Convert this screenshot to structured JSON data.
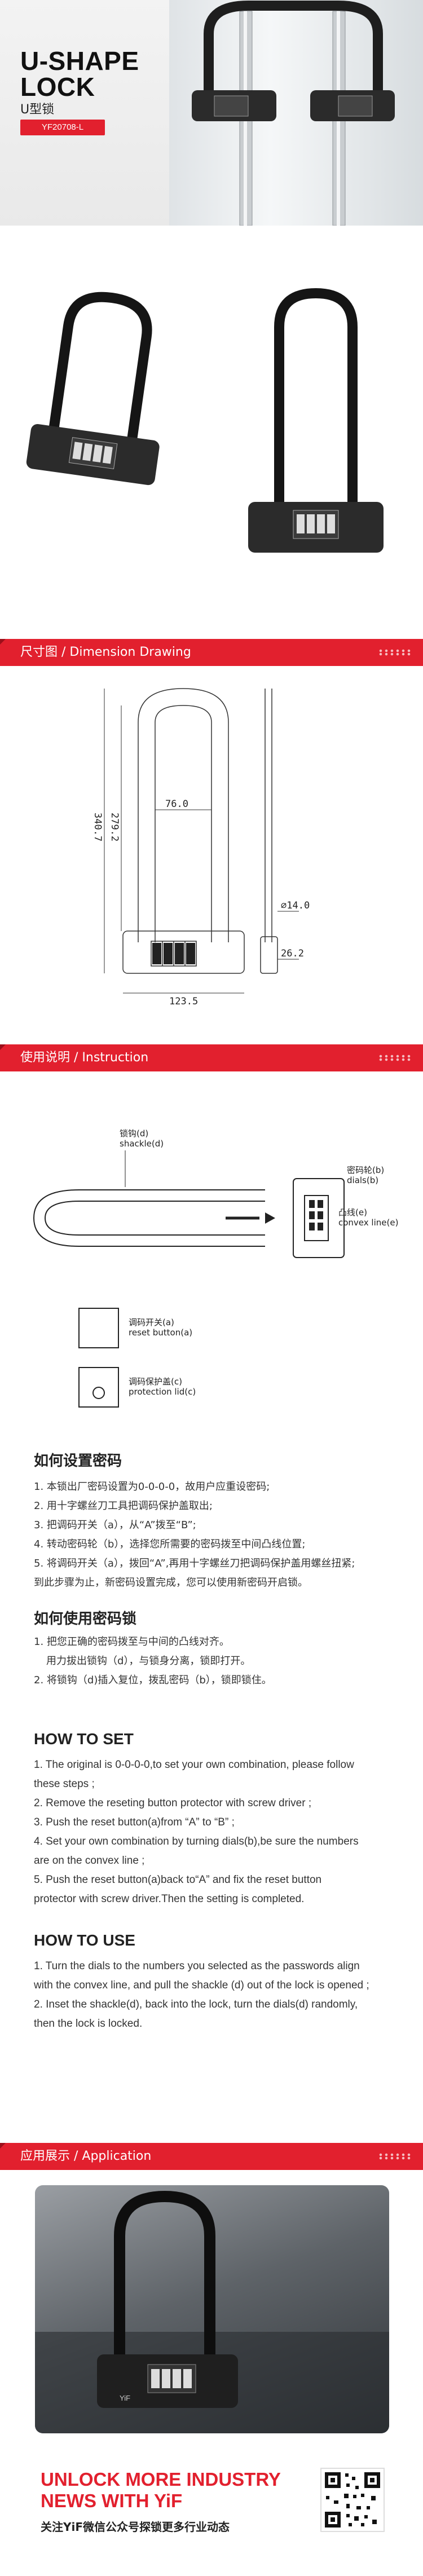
{
  "hero": {
    "title": "U-SHAPE\nLOCK",
    "subtitle": "U型锁",
    "model": "YF20708-L",
    "brand_mark": "YiF"
  },
  "sections": {
    "dimension": "尺寸图 / Dimension Drawing",
    "instruction": "使用说明 / Instruction",
    "application": "应用展示 / Application"
  },
  "dimension": {
    "width_inner": "76.0",
    "height_inner": "279.2",
    "height_total": "340.7",
    "shackle_dia": "⌀14.0",
    "body_depth": "26.2",
    "body_width": "123.5"
  },
  "diagram": {
    "shackle": "锁钩(d)\nshackle(d)",
    "dials": "密码轮(b)\ndials(b)",
    "convex": "凸线(e)\nconvex line(e)",
    "reset": "调码开关(a)\nreset button(a)",
    "protector": "调码保护盖(c)\nprotection lid(c)"
  },
  "zh_set": {
    "title": "如何设置密码",
    "lines": [
      "1. 本锁出厂密码设置为0-0-0-0，故用户应重设密码;",
      "2. 用十字螺丝刀工具把调码保护盖取出;",
      "3. 把调码开关（a），从“A”拨至“B”;",
      "4. 转动密码轮（b），选择您所需要的密码拨至中间凸线位置;",
      "5. 将调码开关（a），拨回“A”,再用十字螺丝刀把调码保护盖用螺丝扭紧;",
      "到此步骤为止，新密码设置完成，您可以使用新密码开启锁。"
    ]
  },
  "zh_use": {
    "title": "如何使用密码锁",
    "lines": [
      "1. 把您正确的密码拨至与中间的凸线对齐。",
      "用力拔出锁钩（d），与锁身分离，锁即打开。",
      "2. 将锁钩（d)插入复位，拨乱密码（b），锁即锁住。"
    ]
  },
  "en_set": {
    "title": "HOW TO SET",
    "lines": [
      "1. The original is 0-0-0-0,to set your own combination, please follow",
      "these steps ;",
      "2. Remove the reseting button protector with screw driver ;",
      "3. Push the reset button(a)from “A” to “B” ;",
      "4. Set your own combination by turning dials(b),be sure the numbers",
      "are on the convex line ;",
      "5. Push the reset button(a)back to“A” and fix the reset button",
      "protector with screw driver.Then the setting is completed."
    ]
  },
  "en_use": {
    "title": "HOW TO USE",
    "lines": [
      "1. Turn the dials to the numbers you selected as the passwords align",
      "with the convex line, and pull the shackle (d) out of the lock is opened ;",
      "2. Inset the shackle(d), back into the lock, turn the dials(d) randomly,",
      "then the lock is locked."
    ]
  },
  "footer": {
    "headline": "UNLOCK MORE INDUSTRY\nNEWS WITH YiF",
    "sub": "关注YiF微信公众号探锁更多行业动态"
  },
  "colors": {
    "accent": "#e2202e",
    "lock_body": "#2b2b2b"
  }
}
